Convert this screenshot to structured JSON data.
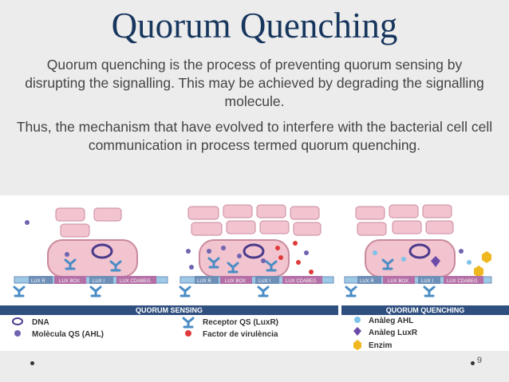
{
  "slide": {
    "title": "Quorum Quenching",
    "paragraph1": "Quorum quenching is the process of preventing quorum sensing by disrupting the signalling. This may be achieved by degrading the signalling molecule.",
    "paragraph2": "Thus, the mechanism that have evolved to interfere with the bacterial cell cell communication in process termed quorum quenching.",
    "page_number": "9"
  },
  "figure": {
    "gene_labels": [
      "LUX R",
      "LUX BOX",
      "LUX I",
      "LUX CDABEG"
    ],
    "legend": {
      "sensing_header": "QUORUM SENSING",
      "quenching_header": "QUORUM QUENCHING",
      "dna": "DNA",
      "qs_molecule": "Molècula QS (AHL)",
      "receptor": "Receptor QS (LuxR)",
      "virulence": "Factor de virulència",
      "analog_ahl": "Anàleg AHL",
      "analog_luxr": "Anàleg LuxR",
      "enzyme": "Enzim"
    },
    "colors": {
      "cell_fill": "#f2c4cf",
      "cell_stroke": "#c9899c",
      "dna_ring": "#4a3a8c",
      "ahl": "#6e64b0",
      "receptor": "#4a8cc4",
      "virulence": "#e03a3a",
      "analog_ahl": "#7ec4ea",
      "analog_luxr": "#6c4aa8",
      "enzyme": "#f0b820",
      "header_bar": "#2f4f7f"
    }
  }
}
